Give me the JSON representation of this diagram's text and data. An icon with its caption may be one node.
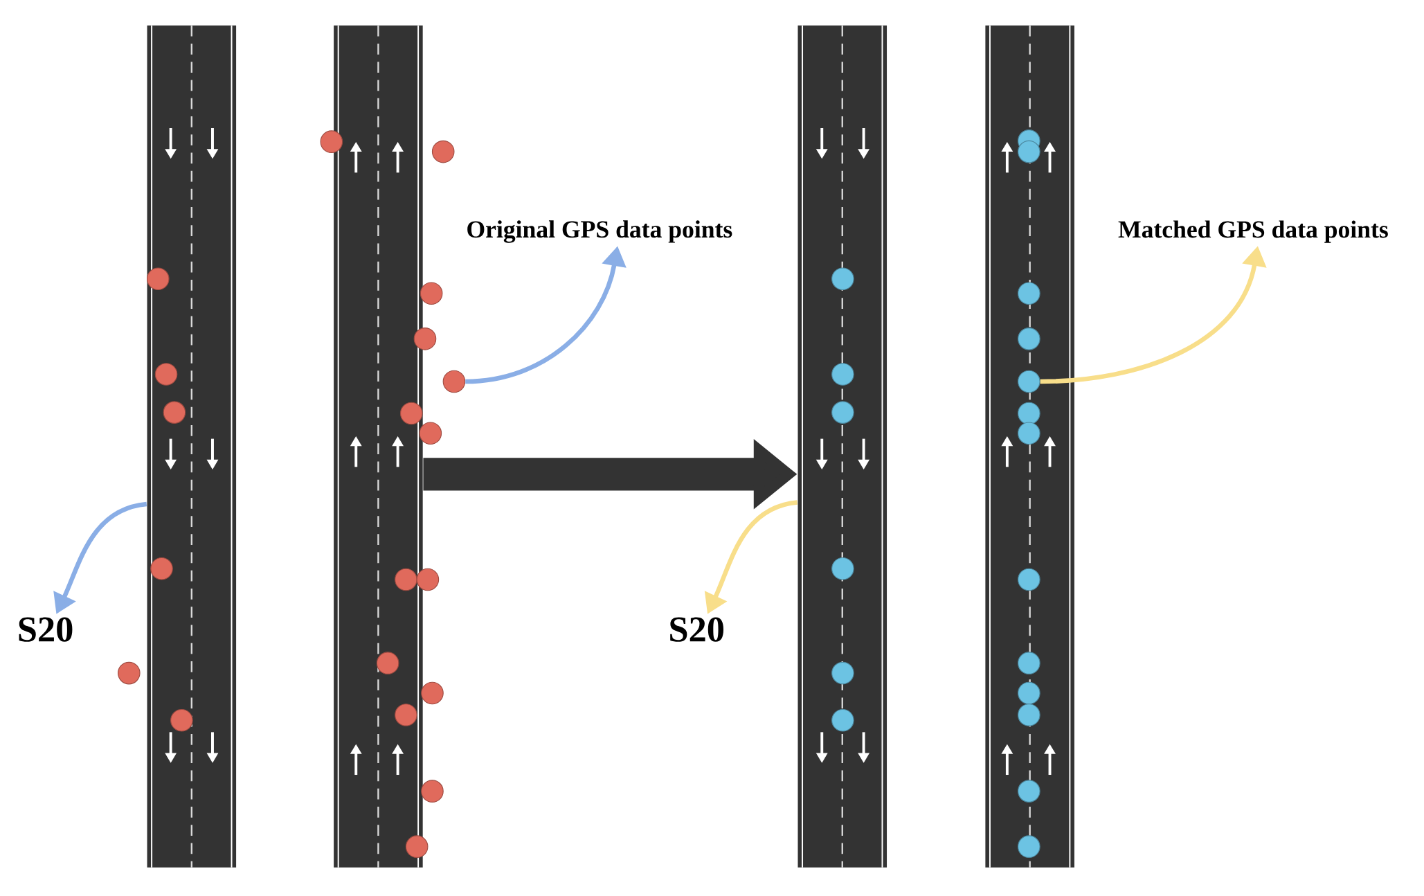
{
  "diagram": {
    "nodes": [
      {
        "text": [],
        "shape": "road"
      },
      {
        "text": [],
        "shape": "road"
      },
      {
        "text": [],
        "shape": "road"
      },
      {
        "text": [],
        "shape": "road"
      },
      {
        "text": [
          "Original GPS data points"
        ]
      },
      {
        "text": [
          "Matched GPS data points"
        ]
      },
      {
        "text": [
          "S20"
        ]
      },
      {
        "text": [
          "S20"
        ]
      },
      {
        "text": [],
        "shape": "circle",
        "in": 0
      },
      {
        "text": [],
        "shape": "circle",
        "in": 0
      },
      {
        "text": [],
        "shape": "circle",
        "in": 0
      },
      {
        "text": [],
        "shape": "circle",
        "in": 0
      },
      {
        "text": [],
        "shape": "circle"
      },
      {
        "text": [],
        "shape": "circle",
        "in": 0
      },
      {
        "text": [],
        "shape": "circle"
      },
      {
        "text": [],
        "shape": "circle"
      },
      {
        "text": [],
        "shape": "circle"
      },
      {
        "text": [],
        "shape": "circle"
      },
      {
        "text": [],
        "shape": "circle"
      },
      {
        "text": [],
        "shape": "circle",
        "in": 1
      },
      {
        "text": [],
        "shape": "circle"
      },
      {
        "text": [],
        "shape": "circle",
        "in": 1
      },
      {
        "text": [],
        "shape": "circle"
      },
      {
        "text": [],
        "shape": "circle",
        "in": 1
      },
      {
        "text": [],
        "shape": "circle"
      },
      {
        "text": [],
        "shape": "circle",
        "in": 1
      },
      {
        "text": [],
        "shape": "circle"
      },
      {
        "text": [],
        "shape": "circle"
      },
      {
        "text": [],
        "shape": "circle",
        "in": 2
      },
      {
        "text": [],
        "shape": "circle",
        "in": 2
      },
      {
        "text": [],
        "shape": "circle",
        "in": 2
      },
      {
        "text": [],
        "shape": "circle",
        "in": 2
      },
      {
        "text": [],
        "shape": "circle",
        "in": 2
      },
      {
        "text": [],
        "shape": "circle",
        "in": 2
      },
      {
        "text": [],
        "shape": "circle",
        "in": 3
      },
      {
        "text": [],
        "shape": "circle",
        "in": 3
      },
      {
        "text": [],
        "shape": "circle",
        "in": 3
      },
      {
        "text": [],
        "shape": "circle",
        "in": 3
      },
      {
        "text": [],
        "shape": "circle",
        "in": 3
      },
      {
        "text": [],
        "shape": "circle",
        "in": 3
      },
      {
        "text": [],
        "shape": "circle",
        "in": 3
      },
      {
        "text": [],
        "shape": "circle",
        "in": 3
      },
      {
        "text": [],
        "shape": "circle",
        "in": 3
      },
      {
        "text": [],
        "shape": "circle",
        "in": 3
      },
      {
        "text": [],
        "shape": "circle",
        "in": 3
      },
      {
        "text": [],
        "shape": "circle",
        "in": 3
      },
      {
        "text": [],
        "shape": "circle",
        "in": 3
      }
    ],
    "edges": [
      {
        "from": 0,
        "to": 6,
        "arrow": "to",
        "color": "#8aaee6"
      },
      {
        "from": 18,
        "to": 4,
        "arrow": "to",
        "color": "#8aaee6"
      },
      {
        "from": 1,
        "to": 2,
        "arrow": "to",
        "style": "thick",
        "color": "#333333"
      },
      {
        "from": 38,
        "to": 5,
        "arrow": "to",
        "color": "#f8de8a"
      },
      {
        "from": 2,
        "to": 7,
        "arrow": "to",
        "color": "#f8de8a"
      }
    ]
  }
}
